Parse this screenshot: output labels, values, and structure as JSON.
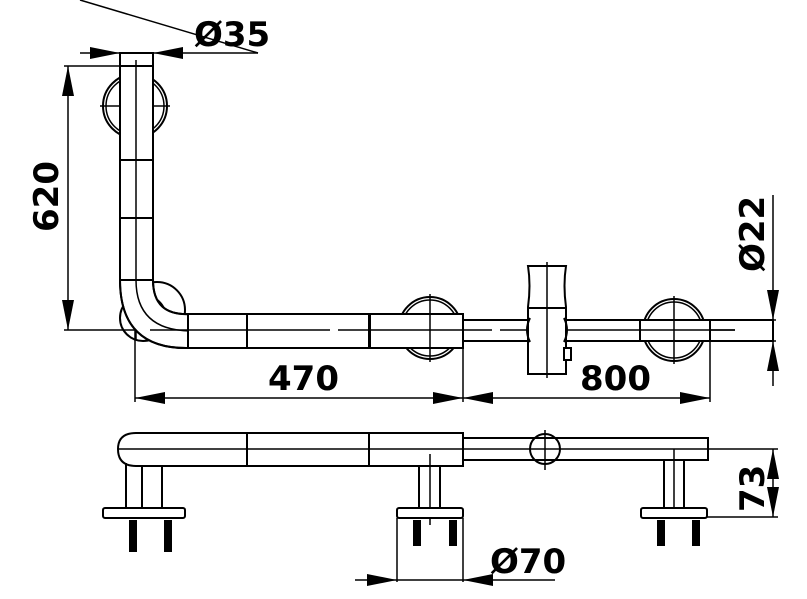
{
  "drawing": {
    "subject": "L-shaped grab bar with sliding bracket",
    "views": [
      "top-view",
      "side-view"
    ],
    "dimensions": {
      "tube_diameter_top": "Ø35",
      "vertical_length": "620",
      "horizontal_length_left": "470",
      "horizontal_length_right": "800",
      "tube_diameter_right": "Ø22",
      "height_side": "73",
      "flange_diameter": "Ø70"
    },
    "colors": {
      "line": "#000000",
      "background": "#ffffff"
    }
  }
}
